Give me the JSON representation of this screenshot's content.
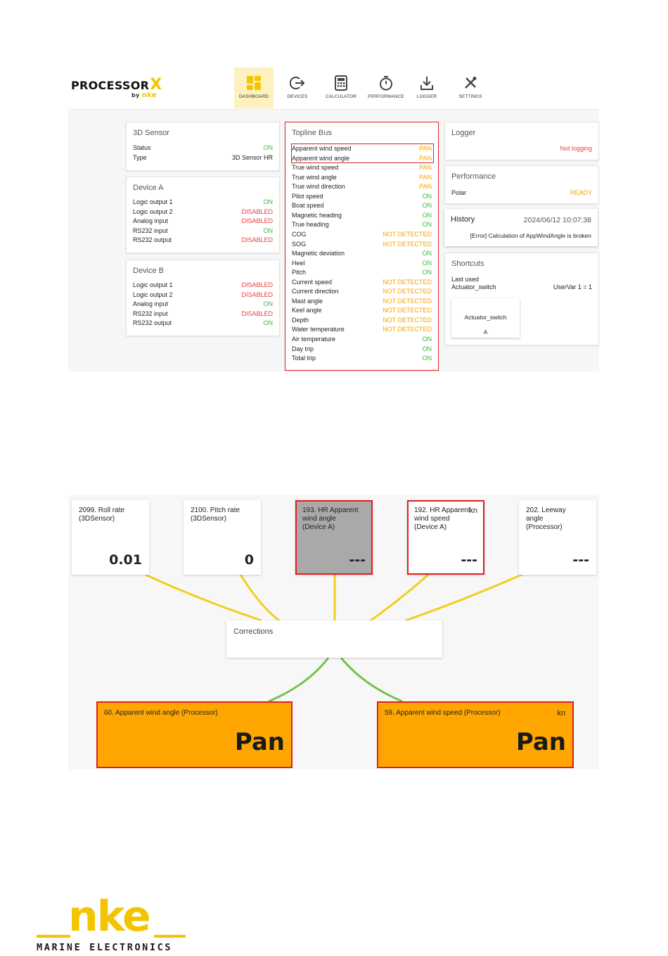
{
  "app": {
    "logo": {
      "word": "PROCESSOR",
      "mark": "X",
      "by": "by",
      "by_brand": "nke"
    },
    "nav": [
      {
        "label": "DASHBOARD",
        "icon": "dashboard-icon",
        "active": true
      },
      {
        "label": "DEVICES",
        "icon": "devices-icon"
      },
      {
        "label": "CALCULATOR",
        "icon": "calculator-icon"
      },
      {
        "label": "PERFORMANCE",
        "icon": "stopwatch-icon"
      },
      {
        "label": "LOGGER",
        "icon": "download-icon"
      },
      {
        "label": "SETTINGS",
        "icon": "tools-icon"
      }
    ],
    "sensor3d": {
      "title": "3D Sensor",
      "rows": [
        {
          "k": "Status",
          "v": "ON"
        },
        {
          "k": "Type",
          "v": "3D Sensor HR"
        }
      ]
    },
    "deviceA": {
      "title": "Device A",
      "rows": [
        {
          "k": "Logic output 1",
          "v": "ON"
        },
        {
          "k": "Logic output 2",
          "v": "DISABLED"
        },
        {
          "k": "Analog input",
          "v": "DISABLED"
        },
        {
          "k": "RS232 input",
          "v": "ON"
        },
        {
          "k": "RS232 output",
          "v": "DISABLED"
        }
      ]
    },
    "deviceB": {
      "title": "Device B",
      "rows": [
        {
          "k": "Logic output 1",
          "v": "DISABLED"
        },
        {
          "k": "Logic output 2",
          "v": "DISABLED"
        },
        {
          "k": "Analog input",
          "v": "ON"
        },
        {
          "k": "RS232 input",
          "v": "DISABLED"
        },
        {
          "k": "RS232 output",
          "v": "ON"
        }
      ]
    },
    "topline": {
      "title": "Topline Bus",
      "rows": [
        {
          "k": "Apparent wind speed",
          "v": "PAN"
        },
        {
          "k": "Apparent wind angle",
          "v": "PAN"
        },
        {
          "k": "True wind speed",
          "v": "PAN"
        },
        {
          "k": "True wind angle",
          "v": "PAN"
        },
        {
          "k": "True wind direction",
          "v": "PAN"
        },
        {
          "k": "Pilot speed",
          "v": "ON"
        },
        {
          "k": "Boat speed",
          "v": "ON"
        },
        {
          "k": "Magnetic heading",
          "v": "ON"
        },
        {
          "k": "True heading",
          "v": "ON"
        },
        {
          "k": "COG",
          "v": "NOT DETECTED"
        },
        {
          "k": "SOG",
          "v": "NOT DETECTED"
        },
        {
          "k": "Magnetic deviation",
          "v": "ON"
        },
        {
          "k": "Heel",
          "v": "ON"
        },
        {
          "k": "Pitch",
          "v": "ON"
        },
        {
          "k": "Current speed",
          "v": "NOT DETECTED"
        },
        {
          "k": "Current direction",
          "v": "NOT DETECTED"
        },
        {
          "k": "Mast angle",
          "v": "NOT DETECTED"
        },
        {
          "k": "Keel angle",
          "v": "NOT DETECTED"
        },
        {
          "k": "Depth",
          "v": "NOT DETECTED"
        },
        {
          "k": "Water temperature",
          "v": "NOT DETECTED"
        },
        {
          "k": "Air temperature",
          "v": "ON"
        },
        {
          "k": "Day trip",
          "v": "ON"
        },
        {
          "k": "Total trip",
          "v": "ON"
        }
      ]
    },
    "logger": {
      "title": "Logger",
      "status": "Not logging"
    },
    "performance": {
      "title": "Performance",
      "polar_label": "Polar",
      "polar_status": "READY"
    },
    "history": {
      "title": "History",
      "datetime": "2024/06/12 10:07:38",
      "message": "[Error] Calculation of AppWindAngle is broken"
    },
    "shortcuts": {
      "title": "Shortcuts",
      "last_used_label": "Last used",
      "last_used_name": "Actuator_switch",
      "last_used_value": "UserVar 1 = 1",
      "tile_name": "Actuator_switch",
      "tile_value": "A"
    }
  },
  "diagram": {
    "sources": [
      {
        "label": "2099. Roll rate (3DSensor)",
        "unit": "",
        "value": "0.01",
        "style": "normal"
      },
      {
        "label": "2100. Pitch rate (3DSensor)",
        "unit": "",
        "value": "0",
        "style": "normal"
      },
      {
        "label": "193. HR Apparent wind angle (Device A)",
        "unit": "",
        "value": "---",
        "style": "gray"
      },
      {
        "label": "192. HR Apparent wind speed (Device A)",
        "unit": "kn",
        "value": "---",
        "style": "red"
      },
      {
        "label": "202. Leeway angle (Processor)",
        "unit": "",
        "value": "---",
        "style": "normal"
      }
    ],
    "corrections_label": "Corrections",
    "outputs": [
      {
        "label": "60. Apparent wind angle (Processor)",
        "unit": "",
        "value": "Pan"
      },
      {
        "label": "59. Apparent wind speed (Processor)",
        "unit": "kn",
        "value": "Pan"
      }
    ]
  },
  "brand": {
    "name": "nke",
    "tagline": "MARINE ELECTRONICS"
  },
  "colors": {
    "accent_yellow": "#f5c400",
    "status_on": "#3cb93c",
    "status_disabled": "#ef3b3b",
    "status_pan": "#f5a300",
    "highlight_red": "#e0201e",
    "output_orange": "#ffa700",
    "wire_yellow": "#f2cf1d",
    "wire_green": "#77c04b"
  }
}
